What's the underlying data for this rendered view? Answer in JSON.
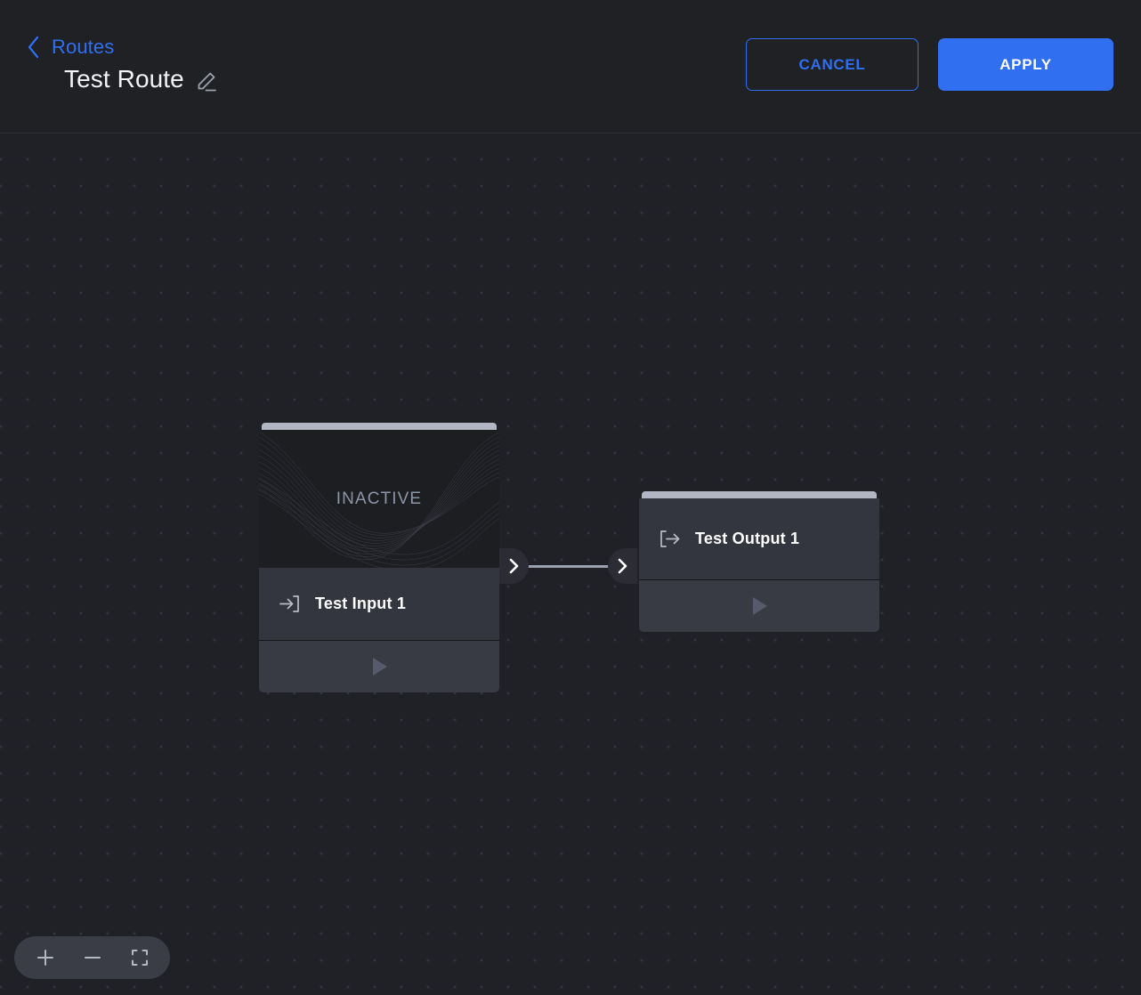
{
  "header": {
    "breadcrumb_label": "Routes",
    "back_icon": "chevron-left-icon",
    "page_title": "Test Route",
    "edit_icon": "pencil-edit-icon",
    "cancel_label": "CANCEL",
    "apply_label": "APPLY",
    "accent_color": "#2f6ff0"
  },
  "canvas": {
    "nodes": [
      {
        "id": "input-node",
        "type": "input",
        "label": "Test Input 1",
        "icon": "arrow-into-bracket-icon",
        "status": "INACTIVE",
        "has_preview": true,
        "play_icon": "play-icon"
      },
      {
        "id": "output-node",
        "type": "output",
        "label": "Test Output 1",
        "icon": "arrow-out-of-bracket-icon",
        "has_preview": false,
        "play_icon": "play-icon"
      }
    ],
    "ports": {
      "output_port_icon": "chevron-right-icon",
      "input_port_icon": "chevron-right-icon"
    }
  },
  "zoom_controls": {
    "zoom_in_icon": "plus-icon",
    "zoom_out_icon": "minus-icon",
    "fit_icon": "fit-to-screen-icon"
  }
}
